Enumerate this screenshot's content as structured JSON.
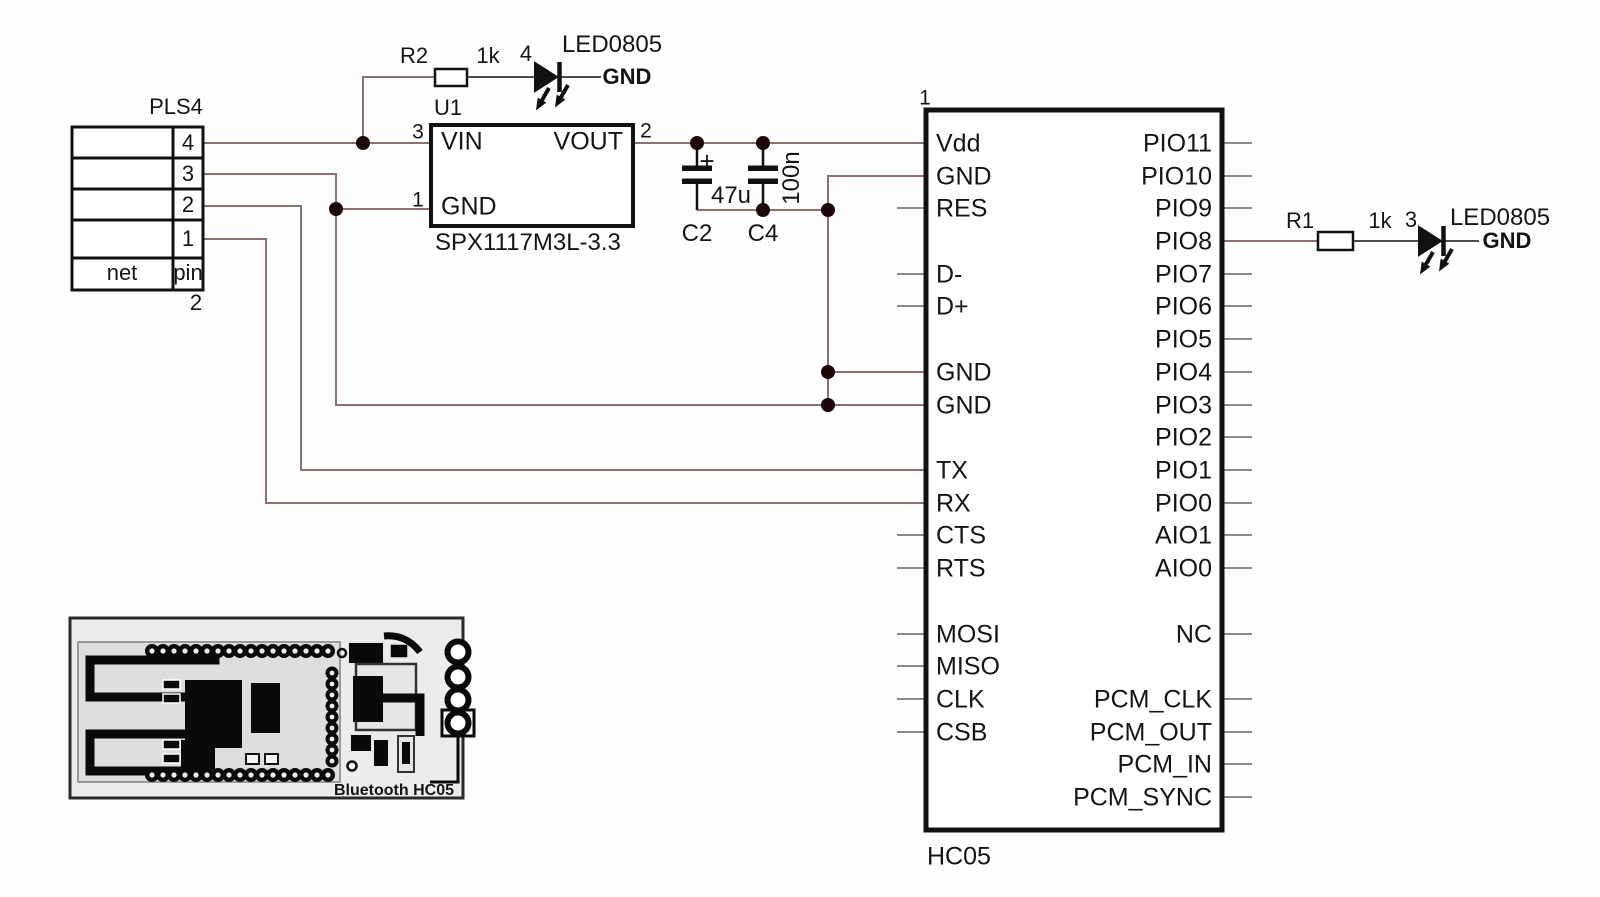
{
  "schematic": {
    "connector": {
      "title": "PLS4",
      "pins": [
        "4",
        "3",
        "2",
        "1"
      ],
      "col_net": "net",
      "col_pin": "pin",
      "footer": "2"
    },
    "regulator": {
      "ref": "U1",
      "part": "SPX1117M3L-3.3",
      "vin": "VIN",
      "gnd": "GND",
      "vout": "VOUT",
      "pin_vin": "3",
      "pin_gnd": "1",
      "pin_vout": "2"
    },
    "r2_circuit": {
      "ref": "R2",
      "value": "1k",
      "led_pin": "4",
      "led_part": "LED0805",
      "net": "GND"
    },
    "r1_circuit": {
      "ref": "R1",
      "value": "1k",
      "led_pin": "3",
      "led_part": "LED0805",
      "net": "GND"
    },
    "c2": {
      "ref": "C2",
      "value": "47u",
      "plus": "+"
    },
    "c4": {
      "ref": "C4",
      "value": "100n"
    },
    "hc05": {
      "ref": "HC05",
      "pin_number": "1",
      "left_pins": [
        "Vdd",
        "GND",
        "RES",
        "D-",
        "D+",
        "GND",
        "GND",
        "TX",
        "RX",
        "CTS",
        "RTS",
        "MOSI",
        "MISO",
        "CLK",
        "CSB"
      ],
      "right_pins": [
        "PIO11",
        "PIO10",
        "PIO9",
        "PIO8",
        "PIO7",
        "PIO6",
        "PIO5",
        "PIO4",
        "PIO3",
        "PIO2",
        "PIO1",
        "PIO0",
        "AIO1",
        "AIO0",
        "NC",
        "PCM_CLK",
        "PCM_OUT",
        "PCM_IN",
        "PCM_SYNC"
      ]
    },
    "pcb": {
      "caption": "Bluetooth HC05"
    }
  },
  "colors": {
    "wire": "#8c7070",
    "pin_stub": "#8a8a8a",
    "component": "#111111",
    "junction": "#1d0707",
    "background": "#fefefe"
  }
}
